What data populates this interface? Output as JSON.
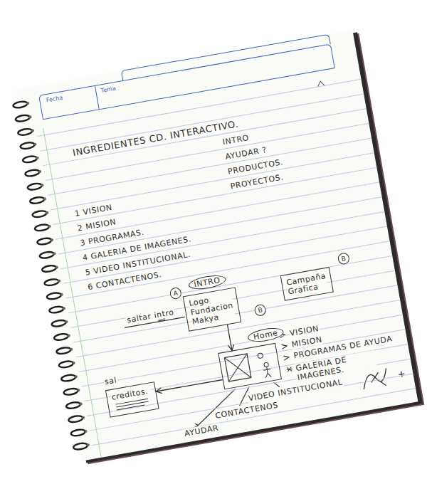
{
  "diagram": {
    "nodes": [
      {
        "text": [
          "INTRO",
          "Logo Fundacion Makya"
        ]
      },
      {
        "text": [
          "Campaña Grafica"
        ]
      },
      {
        "text": [
          "Home"
        ]
      },
      {
        "text": [
          "sal",
          "creditos."
        ]
      }
    ],
    "edges": [
      {
        "from": 0,
        "to": 2,
        "arrow": "to"
      },
      {
        "from": 2,
        "to": 3,
        "arrow": "to"
      }
    ],
    "labels": [
      "Fecha",
      "Tema",
      "INGREDIENTES CD. INTERACTIVO.",
      "1 VISION",
      "2 MISION",
      "3 PROGRAMAS.",
      "4 GALERIA DE IMAGENES.",
      "5 VIDEO INSTITUCIONAL.",
      "6 CONTACTENOS.",
      "INTRO",
      "AYUDAR ?",
      "PRODUCTOS.",
      "PROYECTOS.",
      "saltar intro",
      "A",
      "B",
      "B",
      "VISION",
      "MISION",
      "PROGRAMAS DE AYUDA",
      "GALERIA DE IMAGENES.",
      "VIDEO INSTITUCIONAL",
      "CONTACTENOS",
      "AYUDAR"
    ]
  }
}
